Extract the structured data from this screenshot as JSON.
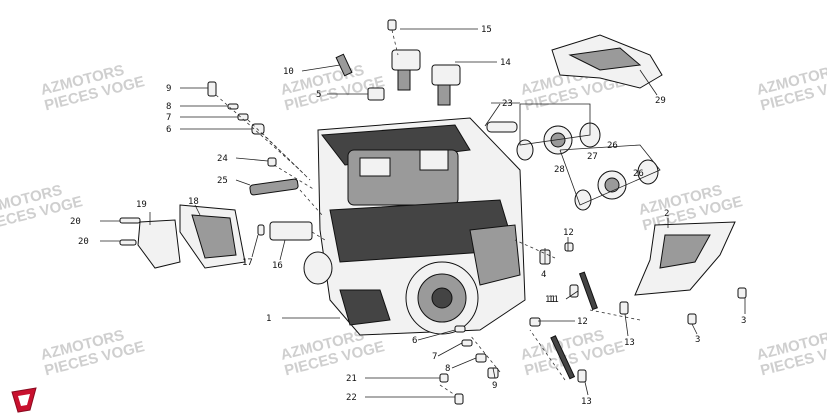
{
  "watermark": {
    "line1": "AZMOTORS",
    "line2": "PIECES VOGE"
  },
  "colors": {
    "ink": "#111111",
    "watermark": "#cfcfcf",
    "logo_red": "#c8102e"
  },
  "logo_icon": "azmotors-shield-icon",
  "labels": [
    "1",
    "2",
    "3",
    "3",
    "4",
    "5",
    "6",
    "6",
    "7",
    "7",
    "8",
    "8",
    "9",
    "9",
    "10",
    "11",
    "11",
    "12",
    "12",
    "13",
    "13",
    "14",
    "15",
    "16",
    "17",
    "18",
    "19",
    "20",
    "20",
    "21",
    "22",
    "23",
    "24",
    "25",
    "26",
    "26",
    "27",
    "28",
    "29"
  ]
}
